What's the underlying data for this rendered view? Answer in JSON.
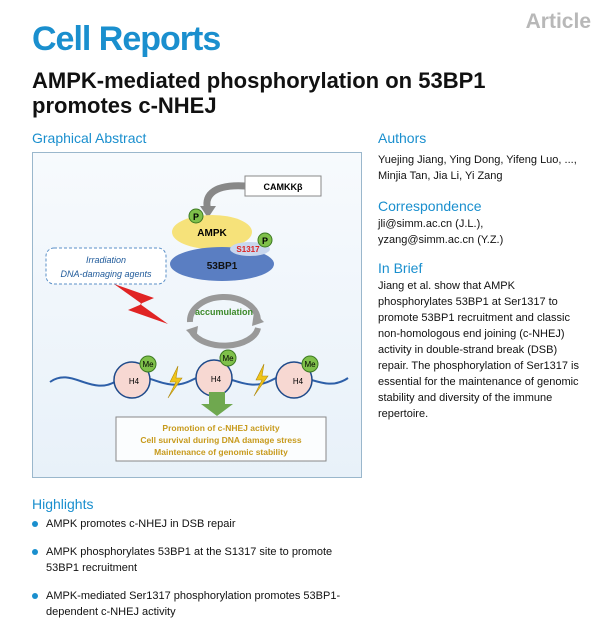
{
  "header": {
    "journal": "Cell Reports",
    "article_type": "Article",
    "title": "AMPK-mediated phosphorylation on 53BP1 promotes c-NHEJ"
  },
  "graphical_abstract": {
    "heading": "Graphical Abstract",
    "camkk": "CAMKKβ",
    "p_label": "P",
    "ampk": "AMPK",
    "s1317": "S1317",
    "bp1": "53BP1",
    "irradiation": "Irradiation",
    "damaging": "DNA-damaging agents",
    "accumulation": "accumulation",
    "me": "Me",
    "h4": "H4",
    "outcome_1": "Promotion of c-NHEJ activity",
    "outcome_2": "Cell survival during DNA damage stress",
    "outcome_3": "Maintenance of genomic stability"
  },
  "authors": {
    "heading": "Authors",
    "line1": "Yuejing Jiang, Ying Dong, Yifeng Luo, ...,",
    "line2": "Minjia Tan, Jia Li, Yi Zang"
  },
  "correspondence": {
    "heading": "Correspondence",
    "email1": "jli@simm.ac.cn (J.L.),",
    "email2": "yzang@simm.ac.cn (Y.Z.)"
  },
  "in_brief": {
    "heading": "In Brief",
    "lines": [
      "Jiang et al. show that AMPK",
      "phosphorylates 53BP1 at Ser1317 to",
      "promote 53BP1 recruitment and classic",
      "non-homologous end joining (c-NHEJ)",
      "activity in double-strand break (DSB)",
      "repair. The phosphorylation of Ser1317 is",
      "essential for the maintenance of genomic",
      "stability and diversity of the immune",
      "repertoire."
    ]
  },
  "highlights": {
    "heading": "Highlights",
    "items": [
      [
        "AMPK promotes c-NHEJ in DSB repair"
      ],
      [
        "AMPK phosphorylates 53BP1 at the S1317 site to promote",
        "53BP1 recruitment"
      ],
      [
        "AMPK-mediated Ser1317 phosphorylation promotes 53BP1-",
        "dependent c-NHEJ activity"
      ]
    ]
  },
  "colors": {
    "accent": "#1a8fce",
    "ampk_yellow": "#f6e27a",
    "bp1_blue": "#5a7ec2",
    "phospho_green": "#7fc04a",
    "outcome_text": "#c79a1c",
    "lightning_red": "#e02424"
  }
}
